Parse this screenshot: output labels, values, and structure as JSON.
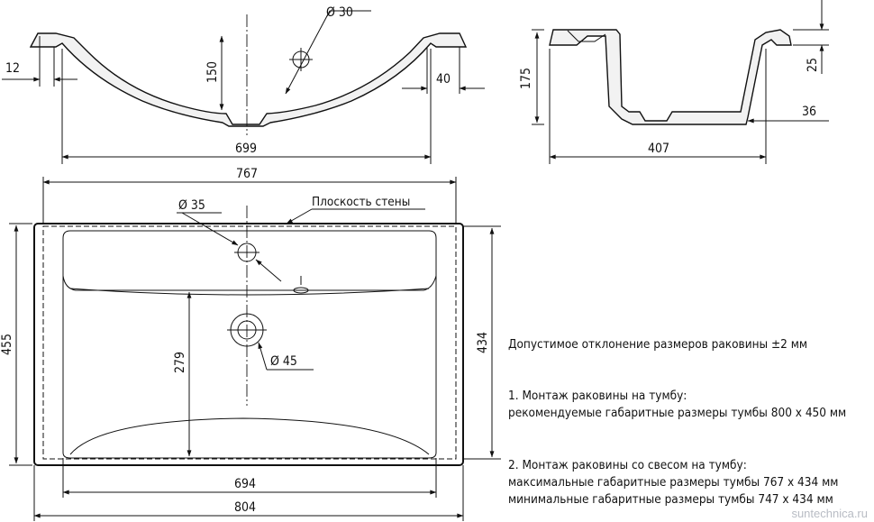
{
  "dimensions": {
    "hole_diameter_top": "Ø 30",
    "depth": "150",
    "left_offset": "12",
    "right_offset": "40",
    "inner_width": "699",
    "overall_width_top": "767",
    "side_height": "175",
    "side_top": "25",
    "side_bottom": "36",
    "side_depth": "407",
    "tap_hole": "Ø 35",
    "drain_hole": "Ø 45",
    "plan_depth": "455",
    "drain_distance": "279",
    "inner_depth": "434",
    "bowl_width": "694",
    "overall_width": "804"
  },
  "labels": {
    "wall_plane": "Плоскость стены"
  },
  "notes": {
    "tolerance": "Допустимое отклонение размеров раковины ±2 мм",
    "mount1_title": "1. Монтаж раковины на тумбу:",
    "mount1_text": "рекомендуемые габаритные размеры тумбы 800 х 450 мм",
    "mount2_title": "2. Монтаж раковины со свесом на тумбу:",
    "mount2_max": "максимальные габаритные размеры тумбы 767 х 434 мм",
    "mount2_min": "минимальные габаритные размеры тумбы 747 х 434 мм"
  },
  "watermark": "suntechnica.ru"
}
